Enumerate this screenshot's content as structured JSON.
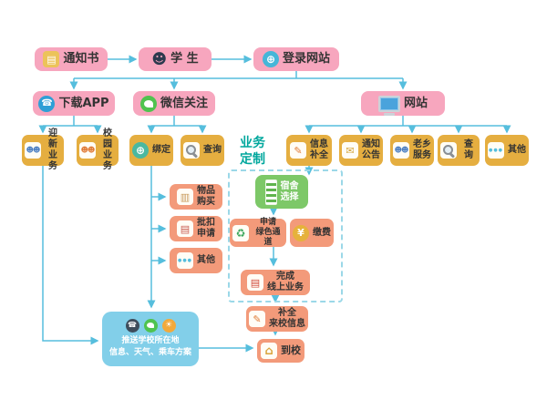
{
  "palette": {
    "pink": "#f7a6be",
    "gold": "#e5ae40",
    "orange": "#f39a7a",
    "green": "#7dc868",
    "blue": "#82cfe9",
    "teal_label": "#00a79d",
    "arrow": "#56bedd"
  },
  "icons": {
    "document": "▤",
    "person": "☻",
    "people": "☻☻",
    "globe": "⊕",
    "phone": "☎",
    "pencil": "✎",
    "mail": "✉",
    "dots": "●●●",
    "box": "▥",
    "cards": "▤",
    "recycle": "♻",
    "yen": "¥",
    "house": "⌂",
    "cloud": "☁",
    "sun": "☀"
  },
  "flow": {
    "notice": {
      "label": "通知书"
    },
    "student": {
      "label": "学 生"
    },
    "login": {
      "label": "登录网站"
    },
    "app": {
      "label": "下载APP"
    },
    "wechat": {
      "label": "微信关注"
    },
    "website": {
      "label": "网站"
    },
    "welcome": {
      "label": "迎新\n业务"
    },
    "campus": {
      "label": "校园\n业务"
    },
    "bind": {
      "label": "绑定"
    },
    "query_wechat": {
      "label": "查询"
    },
    "customize": {
      "label": "业务\n定制"
    },
    "info_complete": {
      "label": "信息\n补全"
    },
    "announce": {
      "label": "通知\n公告"
    },
    "hometown": {
      "label": "老乡\n服务"
    },
    "query_web": {
      "label": "查询"
    },
    "other_web": {
      "label": "其他"
    },
    "buy": {
      "label": "物品\n购买"
    },
    "deduct": {
      "label": "批扣\n申请"
    },
    "other_wechat": {
      "label": "其他"
    },
    "dorm": {
      "label": "宿舍\n选择"
    },
    "green_channel": {
      "label": "申请\n绿色通道"
    },
    "pay": {
      "label": "缴费"
    },
    "finish": {
      "label": "完成\n线上业务"
    },
    "fill_arrival": {
      "label": "补全\n来校信息"
    },
    "arrive": {
      "label": "到校"
    },
    "push": {
      "label": "推送学校所在地\n信息、天气、乘车方案"
    }
  },
  "edges": [
    {
      "from": "通知书",
      "to": "学生"
    },
    {
      "from": "学生",
      "to": "登录网站"
    },
    {
      "from": "登录网站",
      "to": "下载APP"
    },
    {
      "from": "登录网站",
      "to": "微信关注"
    },
    {
      "from": "登录网站",
      "to": "网站"
    },
    {
      "from": "下载APP",
      "to": "迎新业务"
    },
    {
      "from": "下载APP",
      "to": "校园业务"
    },
    {
      "from": "微信关注",
      "to": "绑定"
    },
    {
      "from": "微信关注",
      "to": "查询"
    },
    {
      "from": "网站",
      "to": "信息补全"
    },
    {
      "from": "网站",
      "to": "通知公告"
    },
    {
      "from": "网站",
      "to": "老乡服务"
    },
    {
      "from": "网站",
      "to": "查询"
    },
    {
      "from": "网站",
      "to": "其他"
    },
    {
      "from": "绑定",
      "to": "物品购买"
    },
    {
      "from": "绑定",
      "to": "批扣申请"
    },
    {
      "from": "绑定",
      "to": "其他"
    },
    {
      "from": "绑定",
      "to": "推送学校所在地信息、天气、乘车方案"
    },
    {
      "from": "迎新业务",
      "to": "推送学校所在地信息、天气、乘车方案"
    },
    {
      "from": "信息补全",
      "to": "宿舍选择"
    },
    {
      "from": "宿舍选择",
      "to": "申请绿色通道/缴费"
    },
    {
      "from": "申请绿色通道/缴费",
      "to": "完成线上业务"
    },
    {
      "from": "完成线上业务",
      "to": "补全来校信息"
    },
    {
      "from": "补全来校信息",
      "to": "到校"
    },
    {
      "from": "推送学校所在地信息、天气、乘车方案",
      "to": "到校"
    }
  ]
}
